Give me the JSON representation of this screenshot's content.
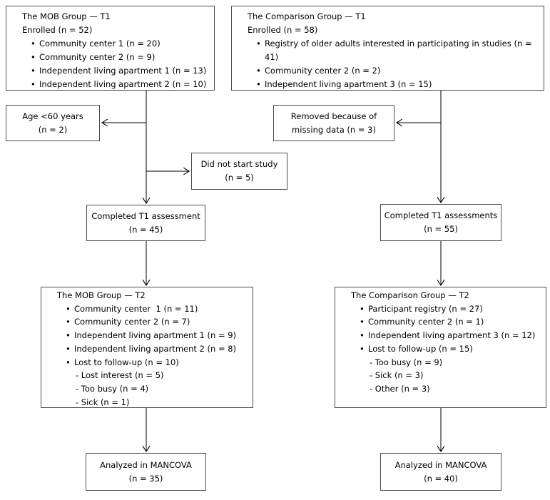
{
  "glyphs": {
    "bullet": "•"
  },
  "boxes": {
    "mob_t1": {
      "title": "The MOB Group — T1",
      "subtitle": "Enrolled (n = 52)",
      "bullets": [
        "Community center 1 (n = 20)",
        "Community center 2 (n = 9)",
        "Independent living apartment 1 (n = 13)",
        "Independent living apartment 2 (n = 10)"
      ]
    },
    "comp_t1": {
      "title": "The Comparison Group — T1",
      "subtitle": "Enrolled (n = 58)",
      "bullets": [
        "Registry of older adults interested in participating in studies (n = 41)",
        "Community center 2 (n = 2)",
        "Independent living apartment 3 (n = 15)"
      ]
    },
    "age_exclusion": {
      "line1": "Age <60 years",
      "line2": "(n = 2)"
    },
    "removed": {
      "line1": "Removed because of",
      "line2": "missing data (n = 3)"
    },
    "did_not_start": {
      "line1": "Did not start study",
      "line2": "(n = 5)"
    },
    "completed_mob": {
      "line1": "Completed T1 assessment",
      "line2": "(n = 45)"
    },
    "completed_comp": {
      "line1": "Completed T1 assessments",
      "line2": "(n = 55)"
    },
    "mob_t2": {
      "title": "The MOB Group — T2",
      "bullets": [
        "Community center  1 (n = 11)",
        "Community center 2 (n = 7)",
        "Independent living apartment 1 (n = 9)",
        "Independent living apartment 2 (n = 8)",
        "Lost to follow-up (n = 10)"
      ],
      "subitems": [
        "- Lost interest (n = 5)",
        "- Too busy (n = 4)",
        "- Sick (n = 1)"
      ]
    },
    "comp_t2": {
      "title": "The Comparison Group — T2",
      "bullets": [
        "Participant registry (n = 27)",
        "Community center 2 (n = 1)",
        "Independent living apartment 3 (n = 12)",
        "Lost to follow-up (n = 15)"
      ],
      "subitems": [
        "- Too busy (n = 9)",
        "- Sick (n = 3)",
        "- Other (n = 3)"
      ]
    },
    "mancova_mob": {
      "line1": "Analyzed in MANCOVA",
      "line2": "(n = 35)"
    },
    "mancova_comp": {
      "line1": "Analyzed in MANCOVA",
      "line2": "(n = 40)"
    }
  }
}
